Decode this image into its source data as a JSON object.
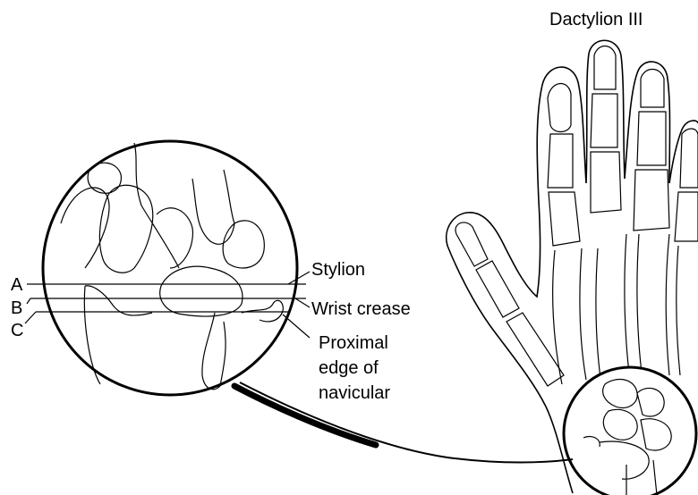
{
  "diagram": {
    "top_label": "Dactylion III",
    "level_letters": [
      "A",
      "B",
      "C"
    ],
    "callouts": {
      "stylion": "Stylion",
      "wrist_crease": "Wrist crease",
      "navicular_line1": "Proximal",
      "navicular_line2": "edge of",
      "navicular_line3": "navicular"
    }
  }
}
